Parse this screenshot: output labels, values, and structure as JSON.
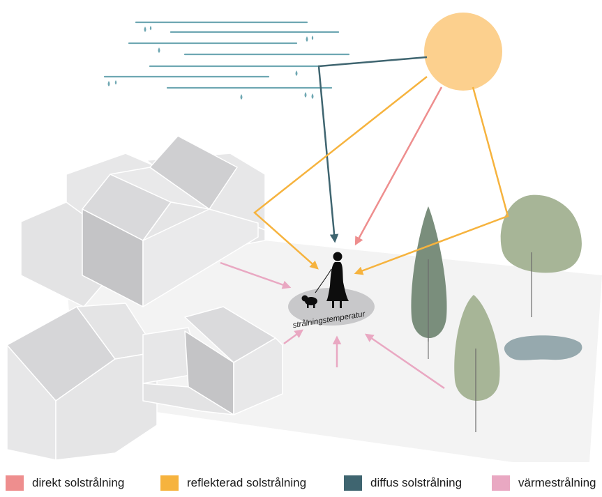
{
  "diagram": {
    "center_label": "strålningstemperatur",
    "colors": {
      "direct": "#EE8E8E",
      "reflected": "#F6B33E",
      "diffuse": "#3F6570",
      "thermal": "#E9A8C2",
      "sun": "#FCD08E",
      "cloud": "#6EA7B2",
      "building_light": "#E3E3E4",
      "building_dark": "#C4C4C6",
      "ground": "#F3F3F3",
      "tree_dark": "#7A8E7C",
      "tree_light": "#A7B597",
      "pond": "#96A9AE"
    }
  },
  "legend": [
    {
      "label": "direkt solstrålning",
      "color": "#EE8E8E"
    },
    {
      "label": "reflekterad solstrålning",
      "color": "#F6B33E"
    },
    {
      "label": "diffus solstrålning",
      "color": "#3F6570"
    },
    {
      "label": "värmestrålning",
      "color": "#E9A8C2"
    }
  ]
}
